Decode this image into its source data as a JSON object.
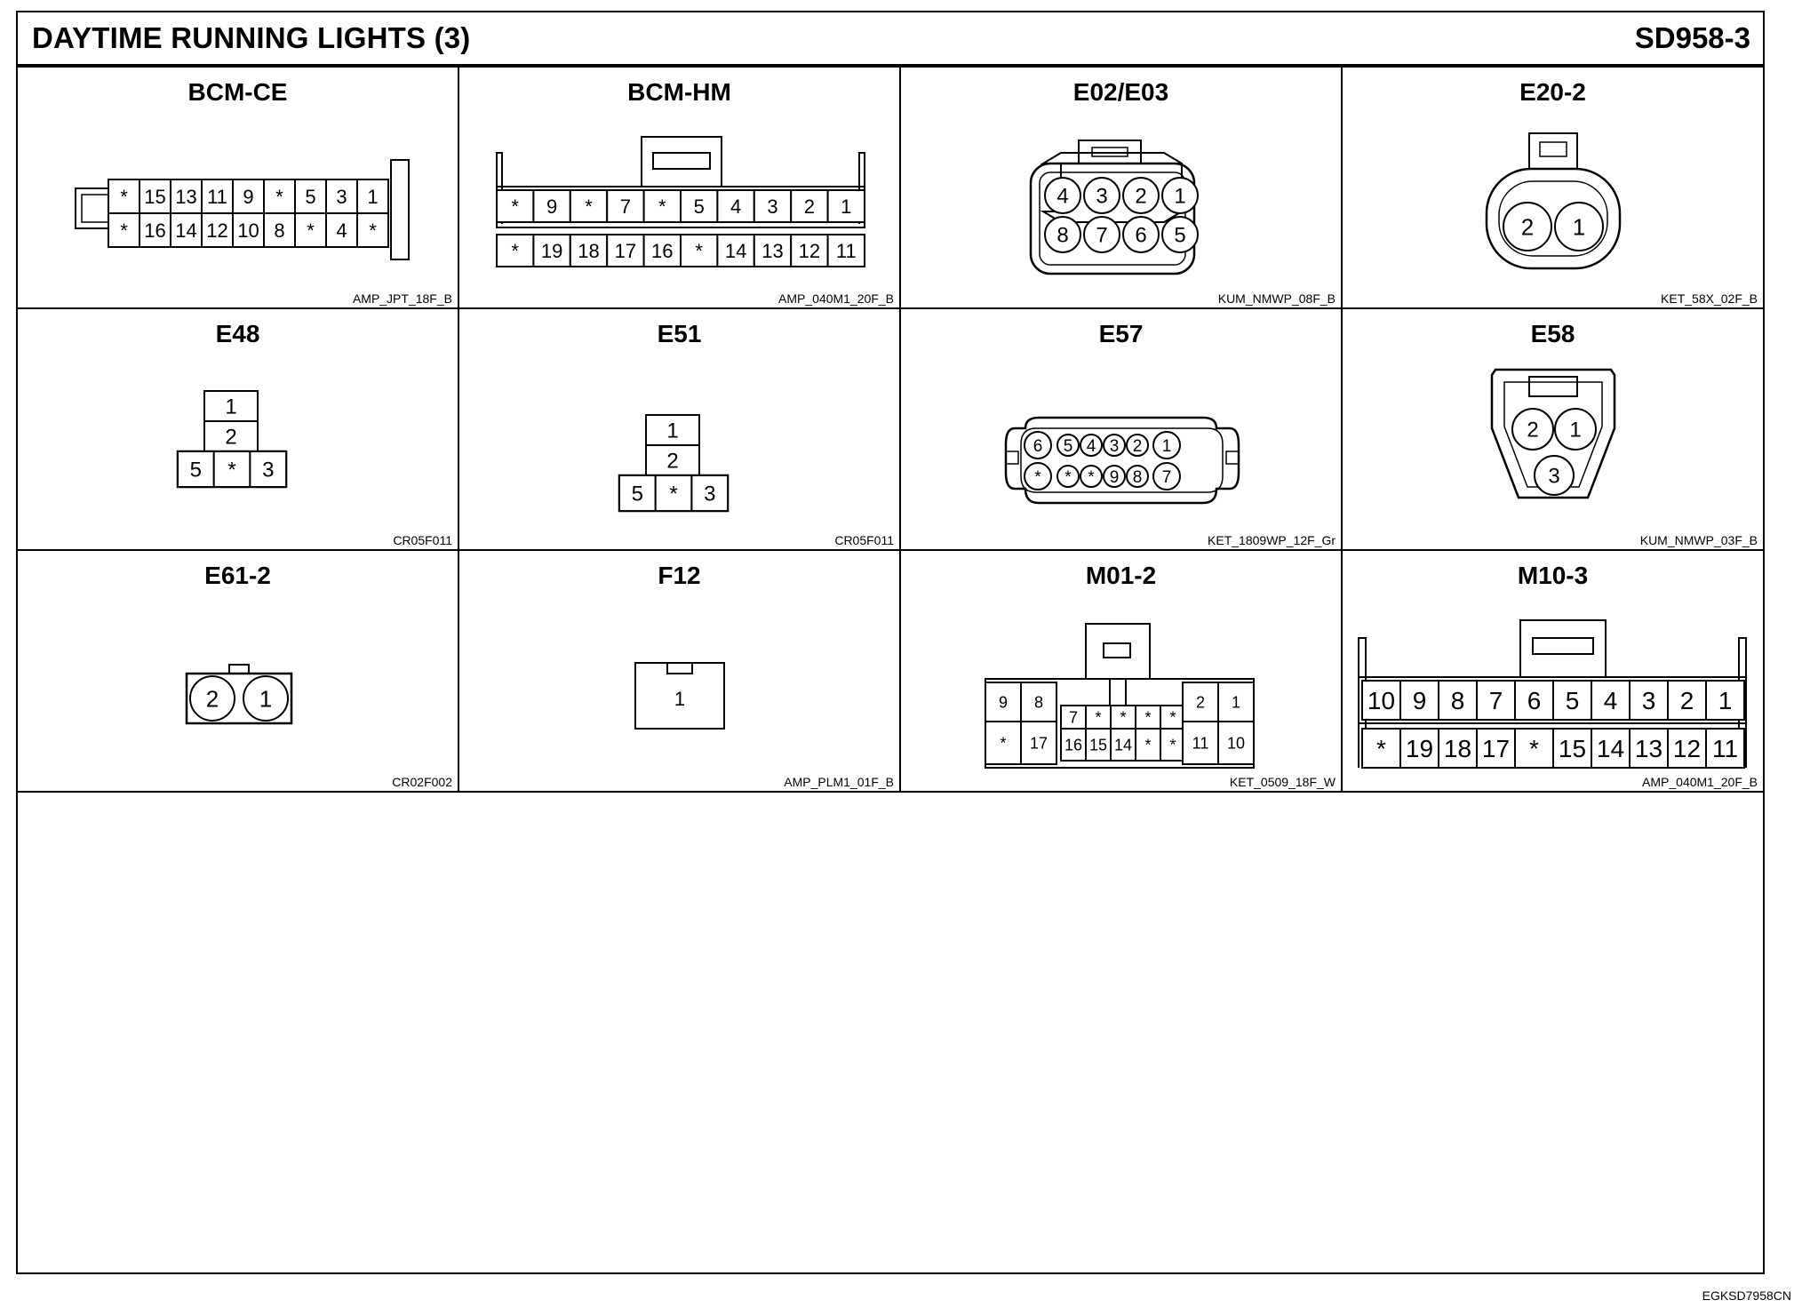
{
  "header": {
    "title": "DAYTIME RUNNING LIGHTS (3)",
    "code": "SD958-3"
  },
  "footer": {
    "id": "EGKSD7958CN"
  },
  "connectors": [
    {
      "name": "BCM-CE",
      "part": "AMP_JPT_18F_B",
      "pins": [
        [
          "*",
          "15",
          "13",
          "11",
          "9",
          "*",
          "5",
          "3",
          "1"
        ],
        [
          "*",
          "16",
          "14",
          "12",
          "10",
          "8",
          "*",
          "4",
          "*"
        ]
      ]
    },
    {
      "name": "BCM-HM",
      "part": "AMP_040M1_20F_B",
      "pins": [
        [
          "*",
          "9",
          "*",
          "7",
          "*",
          "5",
          "4",
          "3",
          "2",
          "1"
        ],
        [
          "*",
          "19",
          "18",
          "17",
          "16",
          "*",
          "14",
          "13",
          "12",
          "11"
        ]
      ]
    },
    {
      "name": "E02/E03",
      "part": "KUM_NMWP_08F_B",
      "pins": [
        [
          "4",
          "3",
          "2",
          "1"
        ],
        [
          "8",
          "7",
          "6",
          "5"
        ]
      ]
    },
    {
      "name": "E20-2",
      "part": "KET_58X_02F_B",
      "pins": [
        [
          "2",
          "1"
        ]
      ]
    },
    {
      "name": "E48",
      "part": "CR05F011",
      "pins": [
        [
          "1"
        ],
        [
          "2"
        ],
        [
          "5",
          "*",
          "3"
        ]
      ]
    },
    {
      "name": "E51",
      "part": "CR05F011",
      "pins": [
        [
          "1"
        ],
        [
          "2"
        ],
        [
          "5",
          "*",
          "3"
        ]
      ]
    },
    {
      "name": "E57",
      "part": "KET_1809WP_12F_Gr",
      "pins": [
        [
          "6",
          "5",
          "4",
          "3",
          "2",
          "1"
        ],
        [
          "*",
          "*",
          "*",
          "9",
          "8",
          "7"
        ]
      ]
    },
    {
      "name": "E58",
      "part": "KUM_NMWP_03F_B",
      "pins": [
        [
          "2",
          "1"
        ],
        [
          "3"
        ]
      ]
    },
    {
      "name": "E61-2",
      "part": "CR02F002",
      "pins": [
        [
          "2",
          "1"
        ]
      ]
    },
    {
      "name": "F12",
      "part": "AMP_PLM1_01F_B",
      "pins": [
        [
          "1"
        ]
      ]
    },
    {
      "name": "M01-2",
      "part": "KET_0509_18F_W",
      "pins": [
        [
          "9",
          "8",
          "7",
          "*",
          "*",
          "*",
          "*",
          "2",
          "1"
        ],
        [
          "*",
          "17",
          "16",
          "15",
          "14",
          "*",
          "*",
          "11",
          "10"
        ]
      ]
    },
    {
      "name": "M10-3",
      "part": "AMP_040M1_20F_B",
      "pins": [
        [
          "10",
          "9",
          "8",
          "7",
          "6",
          "5",
          "4",
          "3",
          "2",
          "1"
        ],
        [
          "*",
          "19",
          "18",
          "17",
          "*",
          "15",
          "14",
          "13",
          "12",
          "11"
        ]
      ]
    }
  ]
}
